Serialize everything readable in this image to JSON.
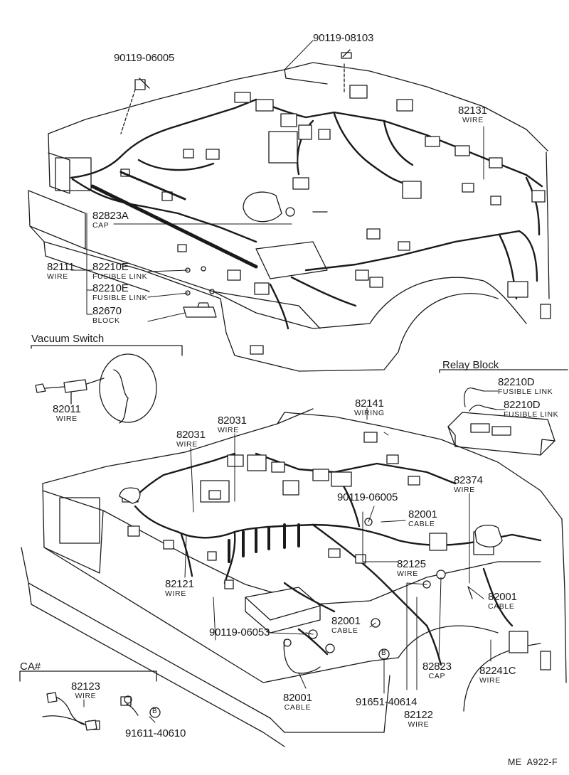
{
  "diagram": {
    "sections": {
      "vacuum_switch": "Vacuum Switch",
      "relay_block": "Relay Block",
      "ca": "CA#"
    },
    "parts": {
      "p90119_08103": {
        "number": "90119-08103"
      },
      "p90119_06005_top": {
        "number": "90119-06005"
      },
      "p82131": {
        "number": "82131",
        "desc": "WIRE"
      },
      "p82823A": {
        "number": "82823A",
        "desc": "CAP"
      },
      "p82111": {
        "number": "82111",
        "desc": "WIRE"
      },
      "p82210E_1": {
        "number": "82210E",
        "desc": "FUSIBLE LINK"
      },
      "p82210E_2": {
        "number": "82210E",
        "desc": "FUSIBLE LINK"
      },
      "p82670": {
        "number": "82670",
        "desc": "BLOCK"
      },
      "p82011": {
        "number": "82011",
        "desc": "WIRE"
      },
      "p82210D_1": {
        "number": "82210D",
        "desc": "FUSIBLE LINK"
      },
      "p82210D_2": {
        "number": "82210D",
        "desc": "FUSIBLE LINK"
      },
      "p82141": {
        "number": "82141",
        "desc": "WIRING"
      },
      "p82031_a": {
        "number": "82031",
        "desc": "WIRE"
      },
      "p82031_b": {
        "number": "82031",
        "desc": "WIRE"
      },
      "p82374": {
        "number": "82374",
        "desc": "WIRE"
      },
      "p90119_06005_bot": {
        "number": "90119-06005"
      },
      "p82001_a": {
        "number": "82001",
        "desc": "CABLE"
      },
      "p82125": {
        "number": "82125",
        "desc": "WIRE"
      },
      "p82001_b": {
        "number": "82001",
        "desc": "CABLE"
      },
      "p82121": {
        "number": "82121",
        "desc": "WIRE"
      },
      "p90119_06053": {
        "number": "90119-06053"
      },
      "p82001_c": {
        "number": "82001",
        "desc": "CABLE"
      },
      "p82823": {
        "number": "82823",
        "desc": "CAP"
      },
      "p82241C": {
        "number": "82241C",
        "desc": "WIRE"
      },
      "p82123": {
        "number": "82123",
        "desc": "WIRE"
      },
      "p82001_d": {
        "number": "82001",
        "desc": "CABLE"
      },
      "p91651_40614": {
        "number": "91651-40614"
      },
      "p82122": {
        "number": "82122",
        "desc": "WIRE"
      },
      "p91611_40610": {
        "number": "91611-40610"
      }
    },
    "markers": {
      "circle_b": "B"
    },
    "footer_code": "ME  A922-F"
  }
}
